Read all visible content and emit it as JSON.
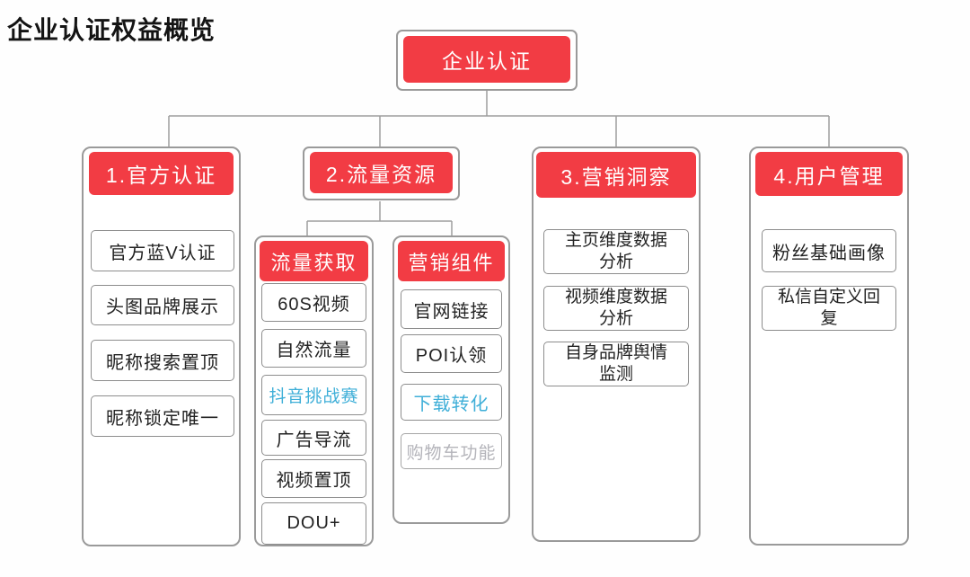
{
  "title": "企业认证权益概览",
  "root": {
    "label": "企业认证"
  },
  "branches": [
    {
      "header": "1.官方认证",
      "items": [
        {
          "label": "官方蓝V认证"
        },
        {
          "label": "头图品牌展示"
        },
        {
          "label": "昵称搜索置顶"
        },
        {
          "label": "昵称锁定唯一"
        }
      ]
    },
    {
      "header": "2.流量资源",
      "groups": [
        {
          "header": "流量获取",
          "items": [
            {
              "label": "60S视频"
            },
            {
              "label": "自然流量"
            },
            {
              "label": "抖音挑战赛",
              "emphasis": "blue"
            },
            {
              "label": "广告导流"
            },
            {
              "label": "视频置顶"
            },
            {
              "label": "DOU+"
            }
          ]
        },
        {
          "header": "营销组件",
          "items": [
            {
              "label": "官网链接"
            },
            {
              "label": "POI认领"
            },
            {
              "label": "下载转化",
              "emphasis": "blue"
            },
            {
              "label": "购物车功能",
              "emphasis": "gray"
            }
          ]
        }
      ]
    },
    {
      "header": "3.营销洞察",
      "items": [
        {
          "label": "主页维度数据分析"
        },
        {
          "label": "视频维度数据分析"
        },
        {
          "label": "自身品牌舆情监测"
        }
      ]
    },
    {
      "header": "4.用户管理",
      "items": [
        {
          "label": "粉丝基础画像"
        },
        {
          "label": "私信自定义回复"
        }
      ]
    }
  ],
  "colors": {
    "node_red": "#f23c44",
    "node_text": "#ffffff",
    "item_text": "#222222",
    "highlight_blue": "#3fafd8",
    "disabled_gray": "#b4b4ba",
    "frame_border": "#9a9a9a",
    "connector": "#9e9e9e"
  }
}
